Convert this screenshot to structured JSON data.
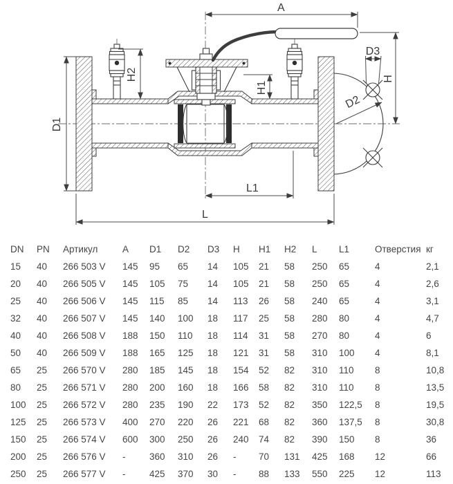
{
  "drawing": {
    "dims": {
      "a": "A",
      "d1": "D1",
      "d2": "D2",
      "d3": "D3",
      "h": "H",
      "h1": "H1",
      "h2": "H2",
      "l": "L",
      "l1": "L1"
    }
  },
  "table": {
    "headers": [
      "DN",
      "PN",
      "Артикул",
      "A",
      "D1",
      "D2",
      "D3",
      "H",
      "H1",
      "H2",
      "L",
      "L1",
      "Отверстия",
      "кг"
    ],
    "rows": [
      [
        "15",
        "40",
        "266 503 V",
        "145",
        "95",
        "65",
        "14",
        "105",
        "21",
        "58",
        "250",
        "65",
        "4",
        "2,1"
      ],
      [
        "20",
        "40",
        "266 505 V",
        "145",
        "105",
        "75",
        "14",
        "105",
        "21",
        "58",
        "250",
        "65",
        "4",
        "2,6"
      ],
      [
        "25",
        "40",
        "266 506 V",
        "145",
        "115",
        "85",
        "14",
        "113",
        "26",
        "58",
        "240",
        "65",
        "4",
        "3,1"
      ],
      [
        "32",
        "40",
        "266 507 V",
        "145",
        "140",
        "100",
        "18",
        "117",
        "25",
        "58",
        "280",
        "80",
        "4",
        "4,7"
      ],
      [
        "40",
        "40",
        "266 508 V",
        "188",
        "150",
        "110",
        "18",
        "114",
        "31",
        "58",
        "270",
        "80",
        "4",
        "6"
      ],
      [
        "50",
        "40",
        "266 509 V",
        "188",
        "165",
        "125",
        "18",
        "121",
        "31",
        "58",
        "310",
        "100",
        "4",
        "8,1"
      ],
      [
        "65",
        "25",
        "266 570 V",
        "280",
        "185",
        "145",
        "18",
        "154",
        "52",
        "82",
        "310",
        "110",
        "8",
        "10,8"
      ],
      [
        "80",
        "25",
        "266 571 V",
        "280",
        "200",
        "160",
        "18",
        "166",
        "58",
        "82",
        "310",
        "110",
        "8",
        "13,5"
      ],
      [
        "100",
        "25",
        "266 572 V",
        "280",
        "235",
        "190",
        "22",
        "173",
        "52",
        "82",
        "350",
        "122,5",
        "8",
        "19,5"
      ],
      [
        "125",
        "25",
        "266 573 V",
        "400",
        "270",
        "220",
        "26",
        "221",
        "68",
        "82",
        "360",
        "137,5",
        "8",
        "30,8"
      ],
      [
        "150",
        "25",
        "266 574 V",
        "600",
        "300",
        "250",
        "26",
        "240",
        "74",
        "82",
        "390",
        "150",
        "8",
        "36"
      ],
      [
        "200",
        "25",
        "266 576 V",
        "-",
        "360",
        "310",
        "26",
        "-",
        "70",
        "131",
        "425",
        "168",
        "12",
        "66"
      ],
      [
        "250",
        "25",
        "266 577 V",
        "-",
        "425",
        "370",
        "30",
        "-",
        "88",
        "133",
        "550",
        "225",
        "12",
        "113"
      ]
    ]
  }
}
